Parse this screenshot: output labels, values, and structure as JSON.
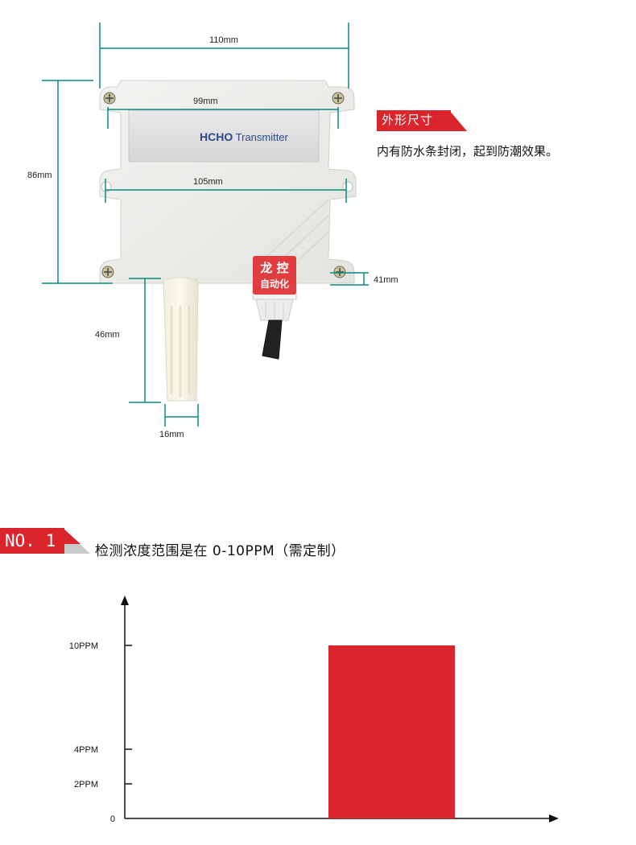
{
  "device": {
    "label_brand": "HCHO",
    "label_rest": " Transmitter",
    "stamp_line1": "龙 控",
    "stamp_line2": "自动化"
  },
  "dimensions": {
    "width_total": "110mm",
    "width_label": "99mm",
    "width_mount": "105mm",
    "height_total": "86mm",
    "depth": "41mm",
    "probe_length": "46mm",
    "probe_width": "16mm"
  },
  "section1": {
    "title": "外形尺寸",
    "description": "内有防水条封闭，起到防潮效果。"
  },
  "section2": {
    "tag": "NO. 1",
    "title": "检测浓度范围是在 0-10PPM（需定制）"
  },
  "colors": {
    "accent": "#d9252b",
    "tag_shadow": "#c9c9c9"
  },
  "chart_data": {
    "type": "bar",
    "categories": [
      ""
    ],
    "values": [
      10
    ],
    "yticks": [
      0,
      2,
      4,
      10
    ],
    "ytick_labels": [
      "0",
      "2PPM",
      "4PPM",
      "10PPM"
    ],
    "ylim": [
      0,
      10
    ],
    "title": "",
    "xlabel": "",
    "ylabel": "",
    "grid": false,
    "bar_color": "#d9252b"
  }
}
